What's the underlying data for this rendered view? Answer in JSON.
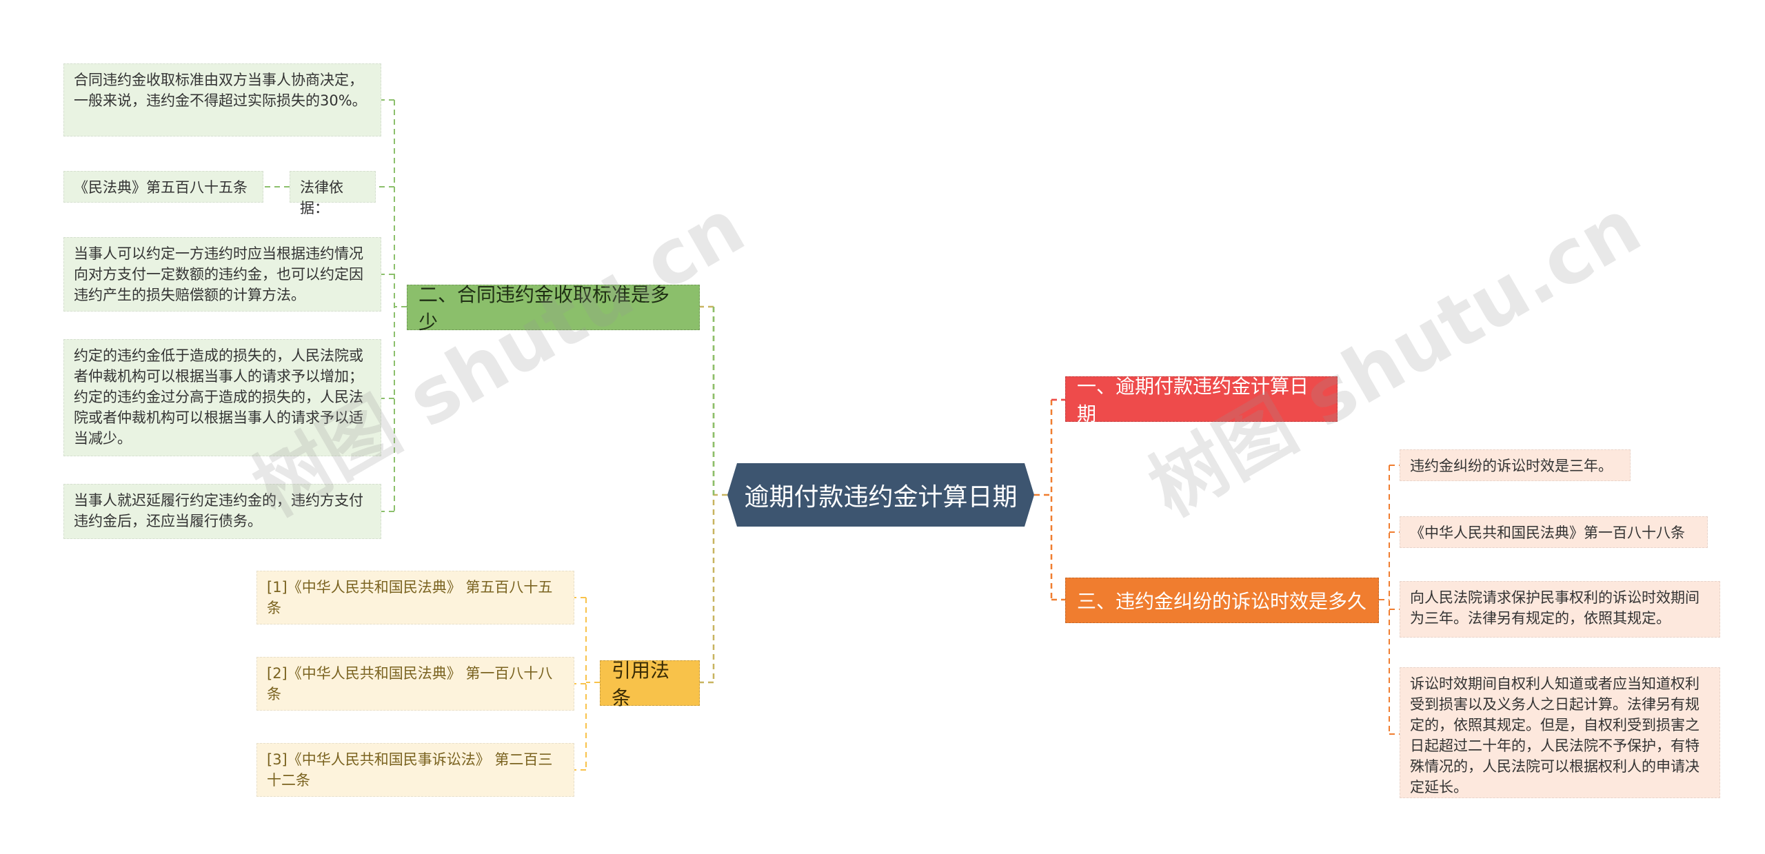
{
  "center": {
    "title": "逾期付款违约金计算日期"
  },
  "right": {
    "topic1": {
      "label": "一、逾期付款违约金计算日期",
      "color": "#ee4b4b"
    },
    "topic3": {
      "label": "三、违约金纠纷的诉讼时效是多久",
      "color": "#f07d2f",
      "items": [
        "违约金纠纷的诉讼时效是三年。",
        "《中华人民共和国民法典》第一百八十八条",
        "向人民法院请求保护民事权利的诉讼时效期间为三年。法律另有规定的，依照其规定。",
        "诉讼时效期间自权利人知道或者应当知道权利受到损害以及义务人之日起计算。法律另有规定的，依照其规定。但是，自权利受到损害之日起超过二十年的，人民法院不予保护，有特殊情况的，人民法院可以根据权利人的申请决定延长。"
      ]
    }
  },
  "left": {
    "topic2": {
      "label": "二、合同违约金收取标准是多少",
      "color": "#8bbf6b",
      "items": [
        "合同违约金收取标准由双方当事人协商决定，一般来说，违约金不得超过实际损失的30%。",
        "法律依据：",
        "当事人可以约定一方违约时应当根据违约情况向对方支付一定数额的违约金，也可以约定因违约产生的损失赔偿额的计算方法。",
        "约定的违约金低于造成的损失的，人民法院或者仲裁机构可以根据当事人的请求予以增加；约定的违约金过分高于造成的损失的，人民法院或者仲裁机构可以根据当事人的请求予以适当减少。",
        "当事人就迟延履行约定违约金的，违约方支付违约金后，还应当履行债务。"
      ],
      "sub_item": "《民法典》第五百八十五条"
    },
    "topic4": {
      "label": "引用法条",
      "color": "#f8c24a",
      "items": [
        "[1]《中华人民共和国民法典》 第五百八十五条",
        "[2]《中华人民共和国民法典》 第一百八十八条",
        "[3]《中华人民共和国民事诉讼法》 第二百三十二条"
      ]
    }
  },
  "watermarks": [
    "树图 shutu.cn",
    "树图 shutu.cn"
  ]
}
